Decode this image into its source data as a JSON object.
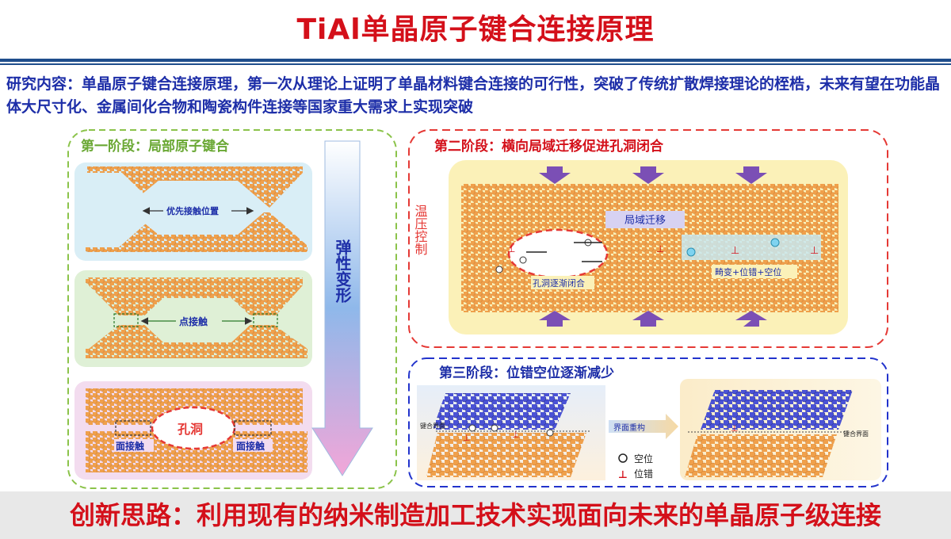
{
  "title": "TiAl单晶原子键合连接原理",
  "summary": "研究内容：单晶原子键合连接原理，第一次从理论上证明了单晶材料键合连接的可行性，突破了传统扩散焊接理论的桎梏，未来有望在功能晶体大尺寸化、金属间化合物和陶瓷构件连接等国家重大需求上实现突破",
  "stage1": {
    "title": "第一阶段：局部原子键合",
    "panel1_label": "优先接触位置",
    "panel2_label": "点接触",
    "panel3_hole": "孔洞",
    "panel3_left": "面接触",
    "panel3_right": "面接触"
  },
  "elastic_label": "弹性变形",
  "stage2": {
    "title": "第二阶段：横向局域迁移促进孔洞闭合",
    "side_label": "温压控制",
    "migration": "局域迁移",
    "hole_closing": "孔洞逐渐闭合",
    "defects": "畸变+位错+空位"
  },
  "stage3": {
    "title": "第三阶段：位错空位逐渐减少",
    "bond_interface_left": "键合界面",
    "reconstruct": "界面重构",
    "bond_interface_right": "键合界面",
    "legend_vacancy": "空位",
    "legend_dislocation": "位错"
  },
  "innovation": "创新思路：利用现有的纳米制造加工技术实现面向未来的单晶原子级连接",
  "colors": {
    "title_red": "#d4101a",
    "text_blue": "#1d2ea8",
    "stage1_green": "#8bc34a",
    "stage2_red": "#e53935",
    "stage3_blue": "#2233cc",
    "atom_orange": "#f0a04b",
    "atom_blue": "#4a52d6",
    "arrow_purple": "#7b4fb5"
  }
}
